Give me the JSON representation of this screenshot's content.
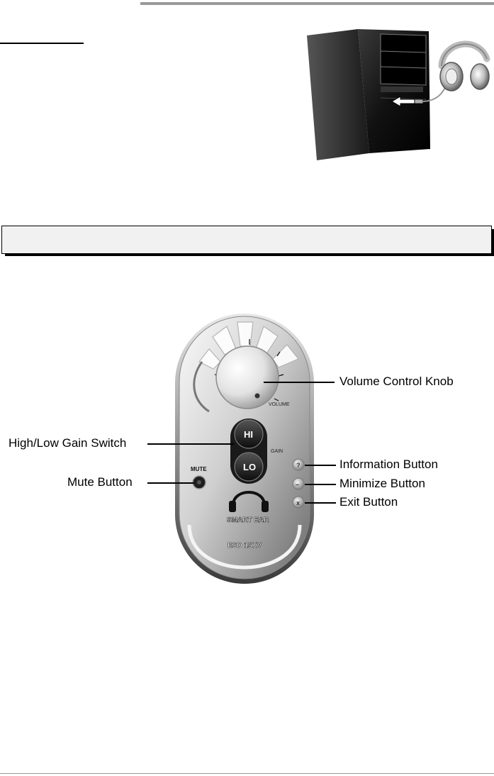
{
  "panel": {
    "volume_label": "VOLUME",
    "hi_label": "HI",
    "lo_label": "LO",
    "gain_label": "GAIN",
    "mute_label": "MUTE",
    "info_glyph": "?",
    "minimize_glyph": "–",
    "exit_glyph": "x",
    "brand_text": "SMART EAR",
    "esd_text": "ESD 15KV"
  },
  "callouts": {
    "volume_knob": "Volume Control Knob",
    "gain_switch": "High/Low Gain Switch",
    "info_button": "Information Button",
    "mute_button": "Mute Button",
    "minimize_button": "Minimize Button",
    "exit_button": "Exit Button"
  },
  "icons": {
    "computer": "pc-tower-icon",
    "headphones": "headphones-icon",
    "plug": "plug-arrow-icon"
  }
}
